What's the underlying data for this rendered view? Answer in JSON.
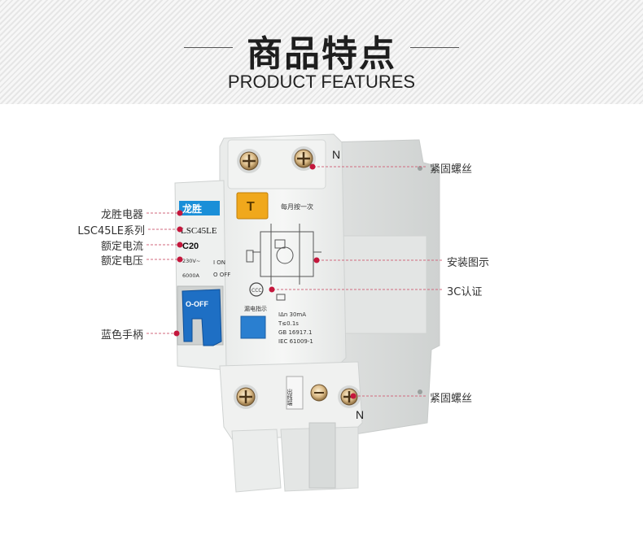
{
  "header": {
    "title_cn": "商品特点",
    "title_en": "PRODUCT FEATURES"
  },
  "device": {
    "brand_label": "龙胜",
    "model_label": "LSC45LE",
    "rating_label": "C20",
    "voltage_label": "230V~",
    "capacity_label": "6000A",
    "on_label": "I ON",
    "off_label": "O OFF",
    "switch_label": "O-OFF",
    "terminal_top_label": "N",
    "terminal_bottom_label": "N",
    "test_note": "每月按一次",
    "leak_indicator_label": "漏电指示",
    "spec_lines": [
      "IΔn  30mA",
      "T≤0.1s",
      "GB 16917.1",
      "IEC 61009-1"
    ],
    "outlet_label": "出线端"
  },
  "callouts": {
    "left": [
      {
        "text": "龙胜电器"
      },
      {
        "text": "LSC45LE系列"
      },
      {
        "text": "额定电流"
      },
      {
        "text": "额定电压"
      },
      {
        "text": "蓝色手柄"
      }
    ],
    "right": [
      {
        "text": "紧固螺丝"
      },
      {
        "text": "安装图示"
      },
      {
        "text": "3C认证"
      },
      {
        "text": "紧固螺丝"
      }
    ]
  },
  "colors": {
    "callout_dot": "#c4173c",
    "handle_blue": "#1e6fc4",
    "test_button_orange": "#f0a81c",
    "leak_indicator_blue": "#2a7fd0",
    "brand_blue": "#1a8fd8"
  }
}
